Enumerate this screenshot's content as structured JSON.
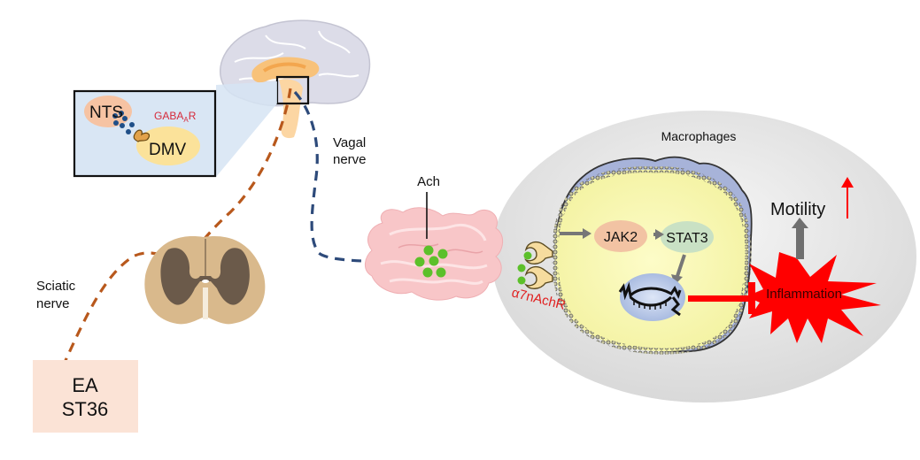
{
  "inset": {
    "nts_label": "NTS",
    "dmv_label": "DMV",
    "receptor_label_main": "GABA",
    "receptor_label_sub": "A",
    "receptor_label_end": "R"
  },
  "nerves": {
    "vagal_line1": "Vagal",
    "vagal_line2": "nerve",
    "sciatic_line1": "Sciatic",
    "sciatic_line2": "nerve"
  },
  "stimulus": {
    "line1": "EA",
    "line2": "ST36"
  },
  "gut": {
    "ach_label": "Ach"
  },
  "macrophage": {
    "title": "Macrophages",
    "receptor_label": "α7nAchR",
    "jak2_label": "JAK2",
    "stat3_label": "STAT3",
    "inflammation_label": "Inflammation",
    "motility_label": "Motility"
  },
  "colors": {
    "sciatic_nerve": "#b8581c",
    "vagal_nerve": "#2d4a7a",
    "inhibition": "#ff0000",
    "ach": "#5cc02a",
    "receptor_text": "#e02020"
  }
}
